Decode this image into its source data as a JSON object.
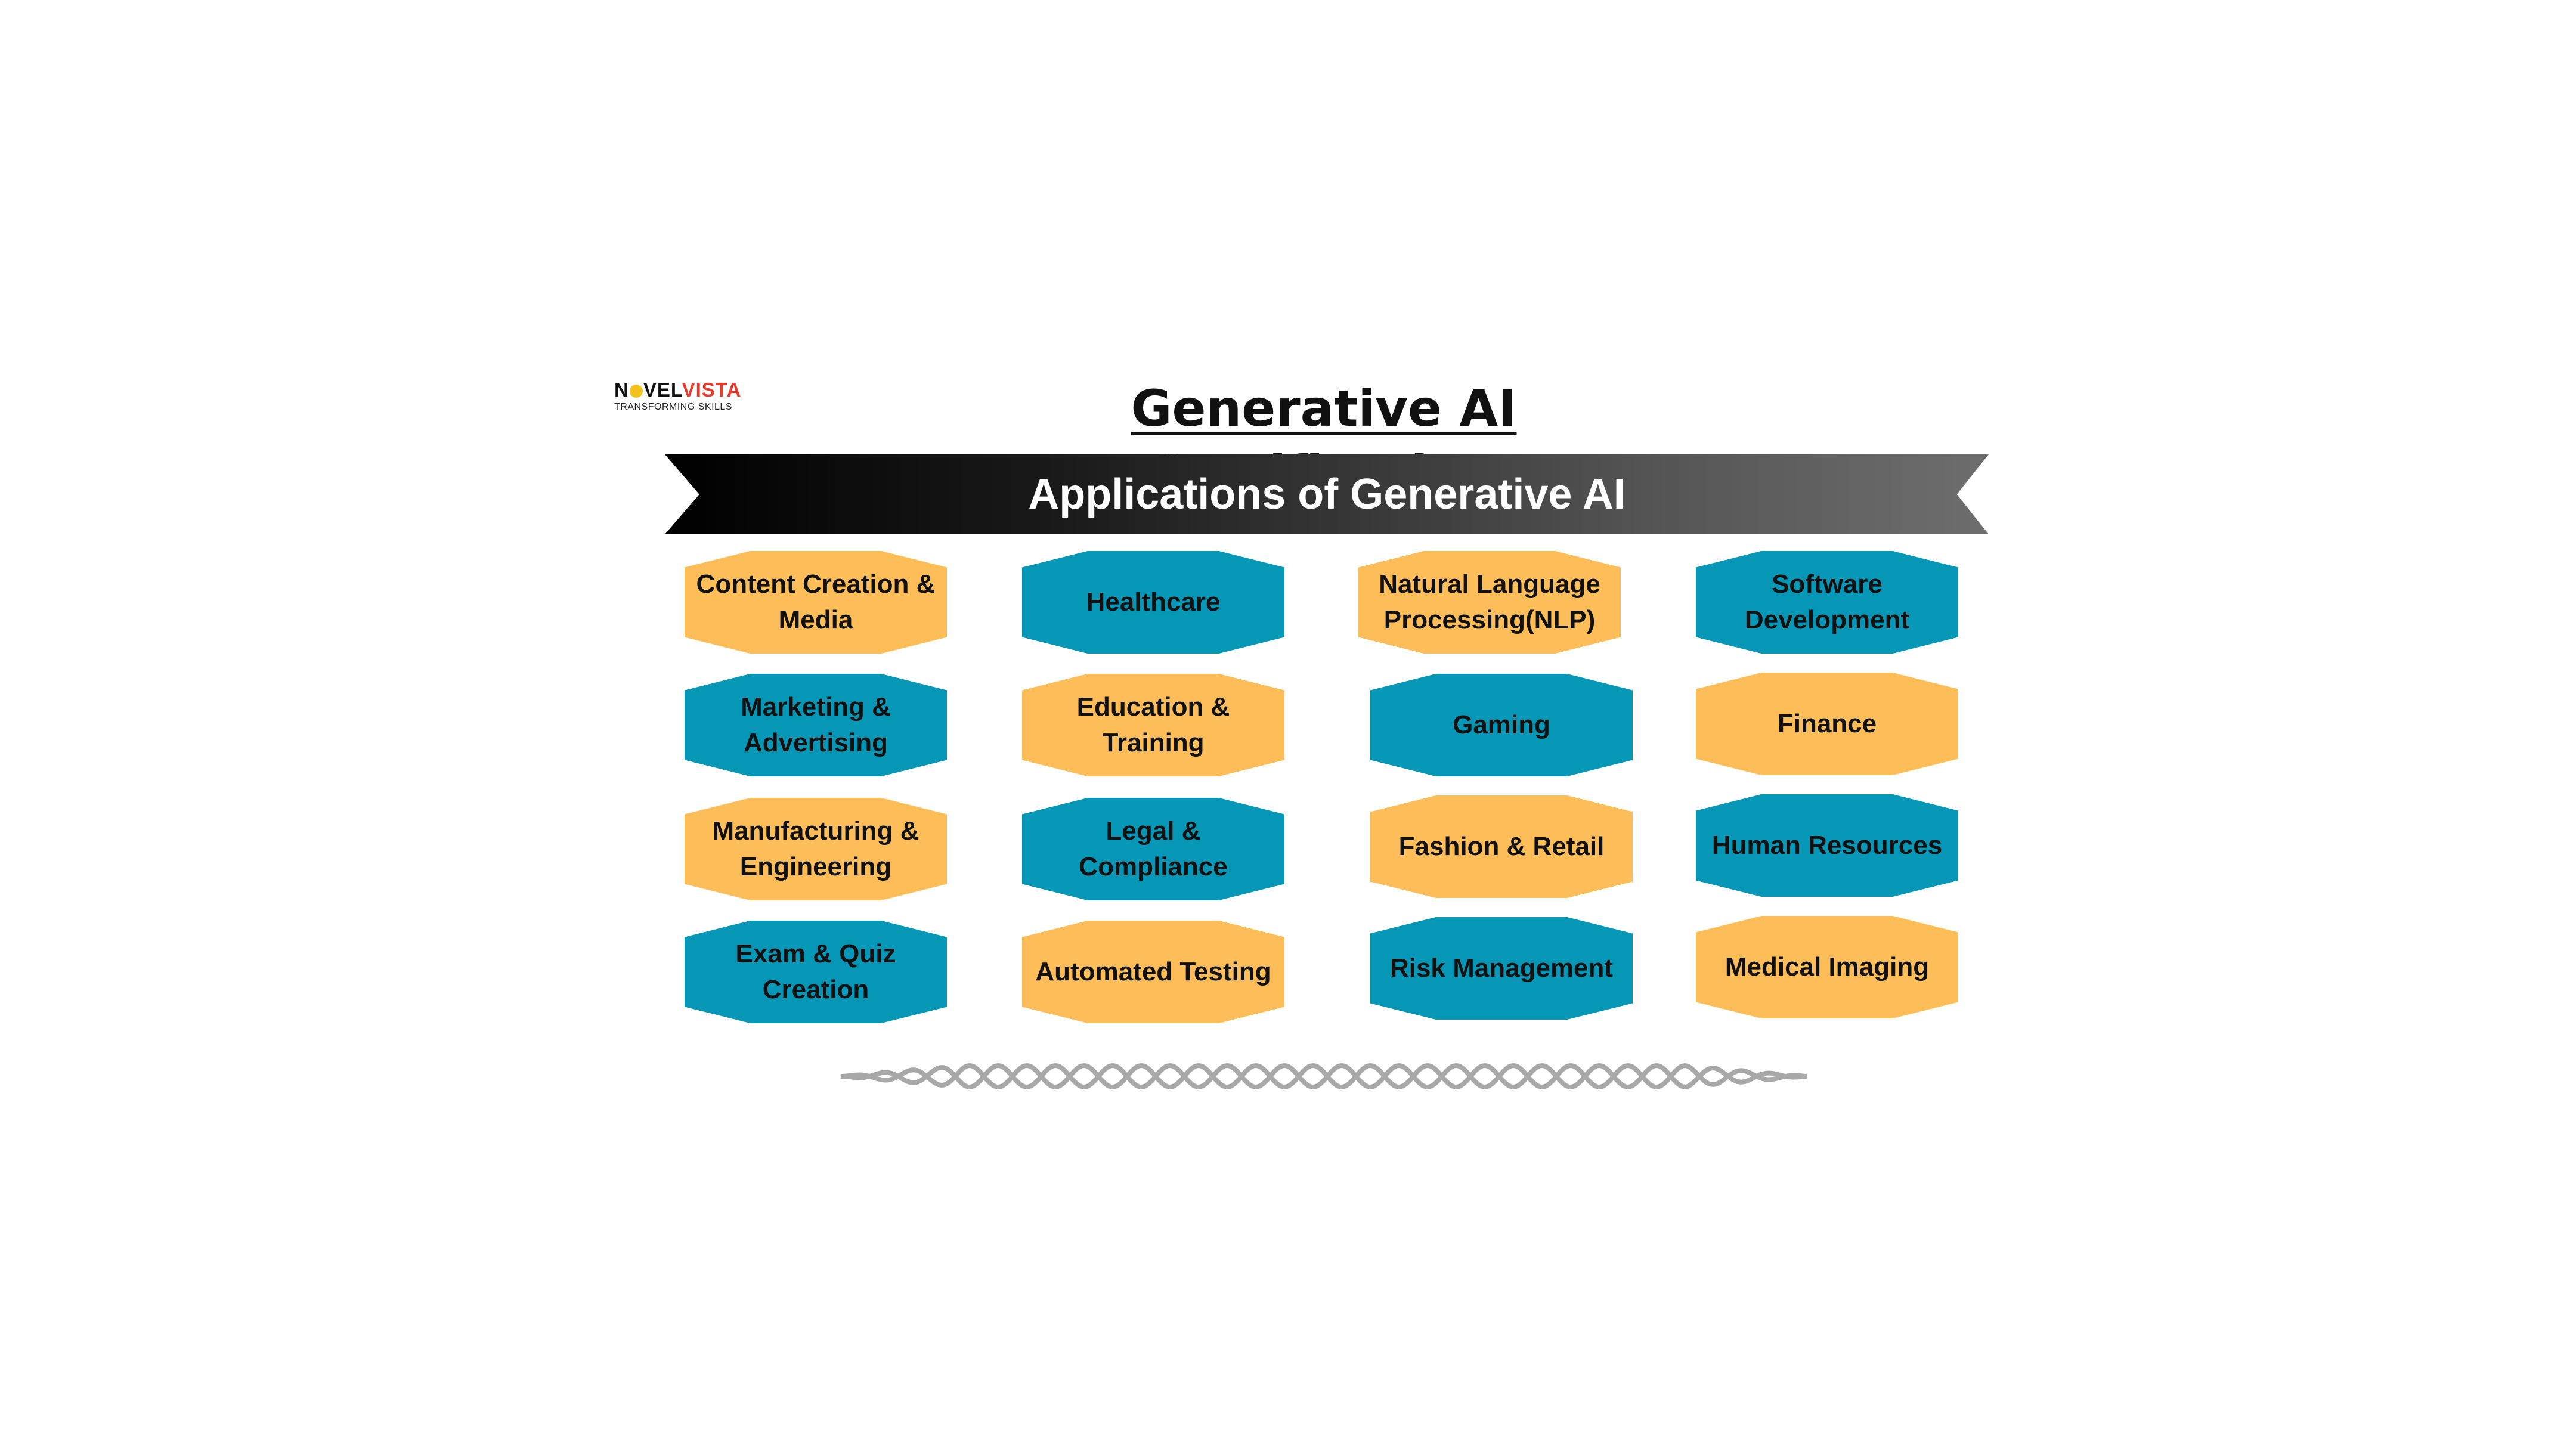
{
  "logo": {
    "part1": "N",
    "part2": "VEL",
    "part3": "VISTA",
    "tagline": "TRANSFORMING SKILLS"
  },
  "title": "Generative AI Certification",
  "banner": "Applications of Generative AI",
  "colors": {
    "yellow": "#fdbe5a",
    "teal": "#0797b6",
    "banner_dark": "#000000",
    "banner_light": "#6e6e6e"
  },
  "applications": [
    {
      "label": "Content Creation & Media",
      "color": "yellow"
    },
    {
      "label": "Healthcare",
      "color": "teal"
    },
    {
      "label": "Natural Language Processing(NLP)",
      "color": "yellow"
    },
    {
      "label": "Software Development",
      "color": "teal"
    },
    {
      "label": "Marketing & Advertising",
      "color": "teal"
    },
    {
      "label": "Education & Training",
      "color": "yellow"
    },
    {
      "label": "Gaming",
      "color": "teal"
    },
    {
      "label": "Finance",
      "color": "yellow"
    },
    {
      "label": "Manufacturing & Engineering",
      "color": "yellow"
    },
    {
      "label": "Legal & Compliance",
      "color": "teal"
    },
    {
      "label": "Fashion & Retail",
      "color": "yellow"
    },
    {
      "label": "Human Resources",
      "color": "teal"
    },
    {
      "label": "Exam & Quiz Creation",
      "color": "teal"
    },
    {
      "label": "Automated Testing",
      "color": "yellow"
    },
    {
      "label": "Risk Management",
      "color": "teal"
    },
    {
      "label": "Medical Imaging",
      "color": "yellow"
    }
  ]
}
